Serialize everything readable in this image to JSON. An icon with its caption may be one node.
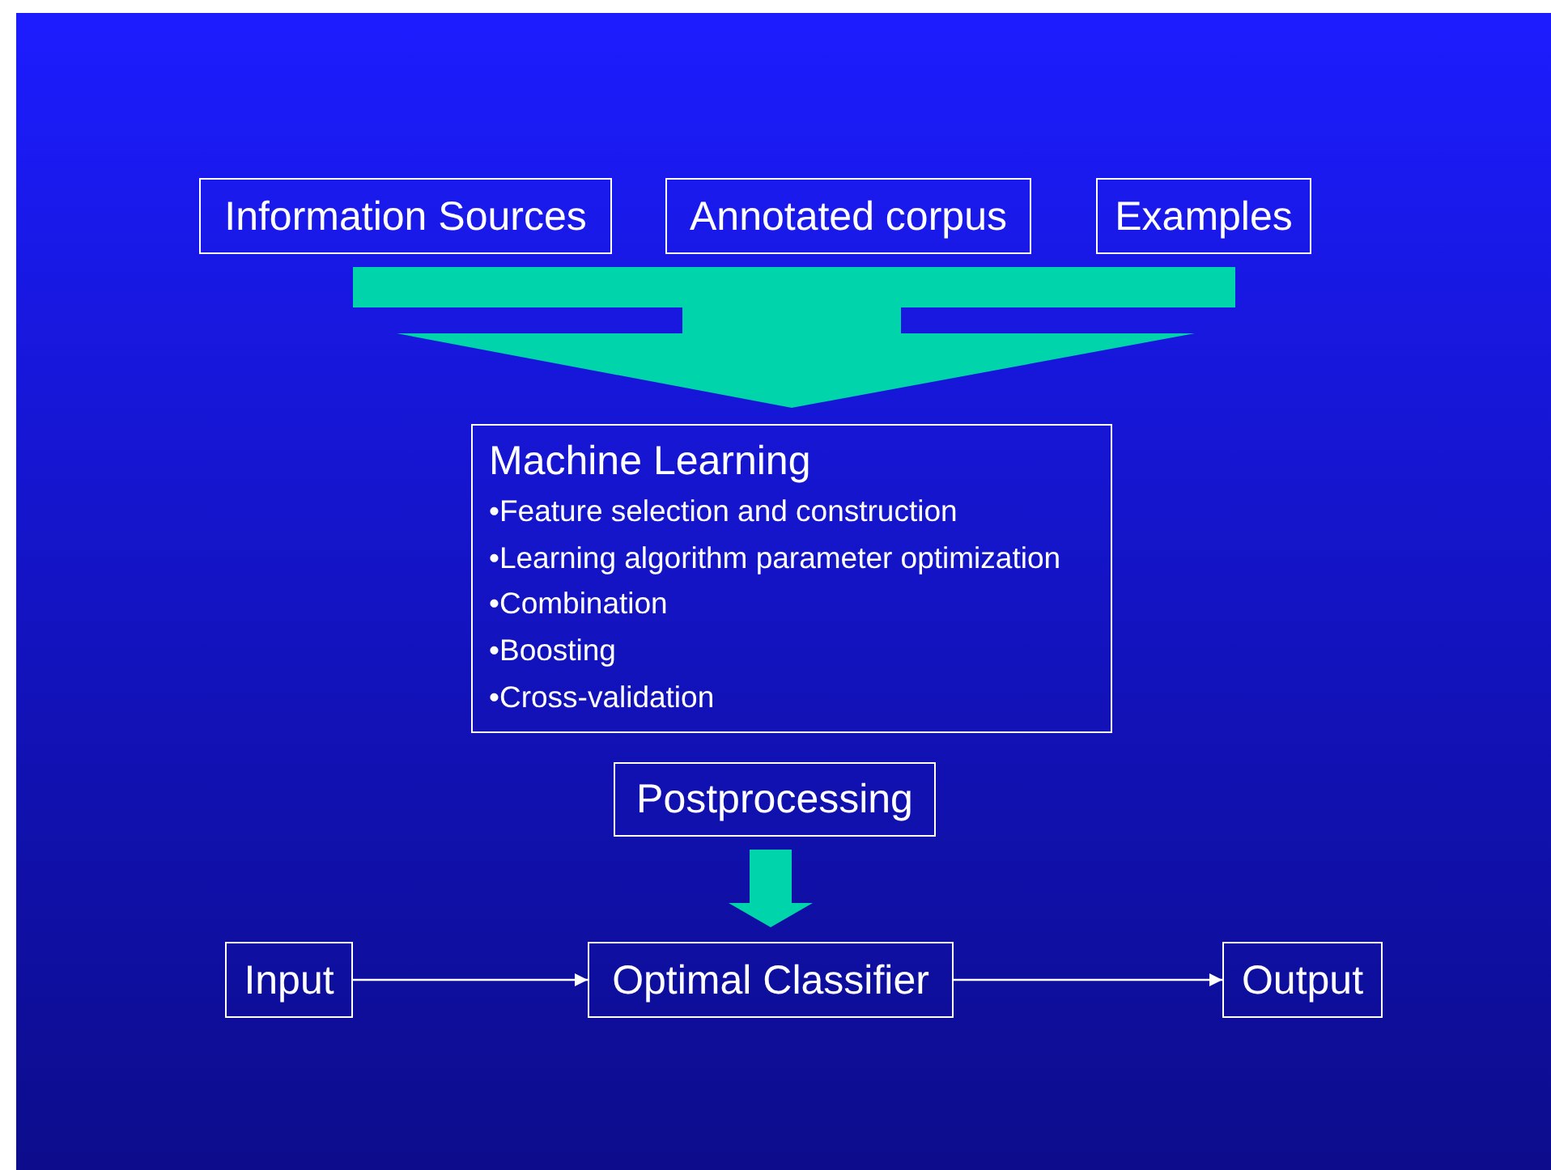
{
  "diagram": {
    "nodes": [
      {
        "text": [
          "Information Sources"
        ]
      },
      {
        "text": [
          "Annotated corpus"
        ]
      },
      {
        "text": [
          "Examples"
        ]
      },
      {
        "text": [
          "Machine Learning",
          "•Feature selection and construction",
          "•Learning algorithm parameter optimization",
          "•Combination",
          "•Boosting",
          "•Cross-validation"
        ]
      },
      {
        "text": [
          "Postprocessing"
        ]
      },
      {
        "text": [
          "Input"
        ]
      },
      {
        "text": [
          "Optimal Classifier"
        ]
      },
      {
        "text": [
          "Output"
        ]
      }
    ],
    "edges": [
      {
        "from": 0,
        "to": 3,
        "arrow": "to",
        "style": "thick",
        "color": "#00d4aa"
      },
      {
        "from": 1,
        "to": 3,
        "arrow": "to",
        "style": "thick",
        "color": "#00d4aa"
      },
      {
        "from": 2,
        "to": 3,
        "arrow": "to",
        "style": "thick",
        "color": "#00d4aa"
      },
      {
        "from": 4,
        "to": 6,
        "arrow": "to",
        "style": "thick",
        "color": "#00d4aa"
      },
      {
        "from": 5,
        "to": 6,
        "arrow": "to"
      },
      {
        "from": 6,
        "to": 7,
        "arrow": "to"
      }
    ]
  }
}
